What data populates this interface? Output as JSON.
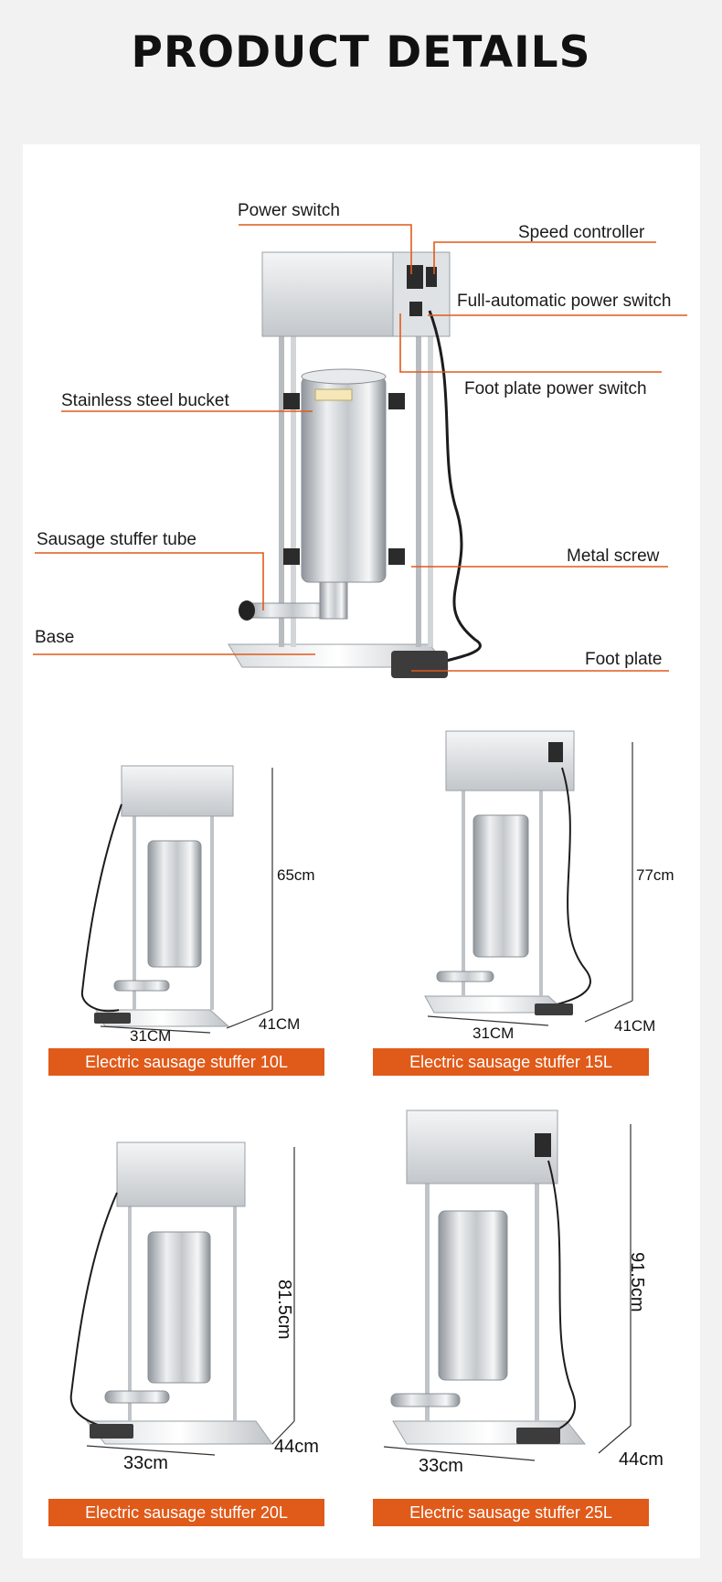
{
  "page": {
    "title": "PRODUCT DETAILS"
  },
  "callouts": {
    "power_switch": "Power switch",
    "speed_controller": "Speed controller",
    "full_auto_power_switch": "Full-automatic power switch",
    "foot_plate_power_switch": "Foot plate power switch",
    "stainless_steel_bucket": "Stainless steel bucket",
    "sausage_stuffer_tube": "Sausage stuffer tube",
    "metal_screw": "Metal screw",
    "base": "Base",
    "foot_plate": "Foot plate"
  },
  "models": [
    {
      "height": "65cm",
      "width": "31CM",
      "depth": "41CM",
      "label": "Electric sausage stuffer 10L"
    },
    {
      "height": "77cm",
      "width": "31CM",
      "depth": "41CM",
      "label": "Electric sausage stuffer 15L"
    },
    {
      "height": "81.5cm",
      "width": "33cm",
      "depth": "44cm",
      "label": "Electric sausage stuffer 20L"
    },
    {
      "height": "91.5cm",
      "width": "33cm",
      "depth": "44cm",
      "label": "Electric sausage stuffer 25L"
    }
  ],
  "colors": {
    "accent": "#e05a1a",
    "steel": "#c9ccd0",
    "dark": "#2b2b2b"
  }
}
